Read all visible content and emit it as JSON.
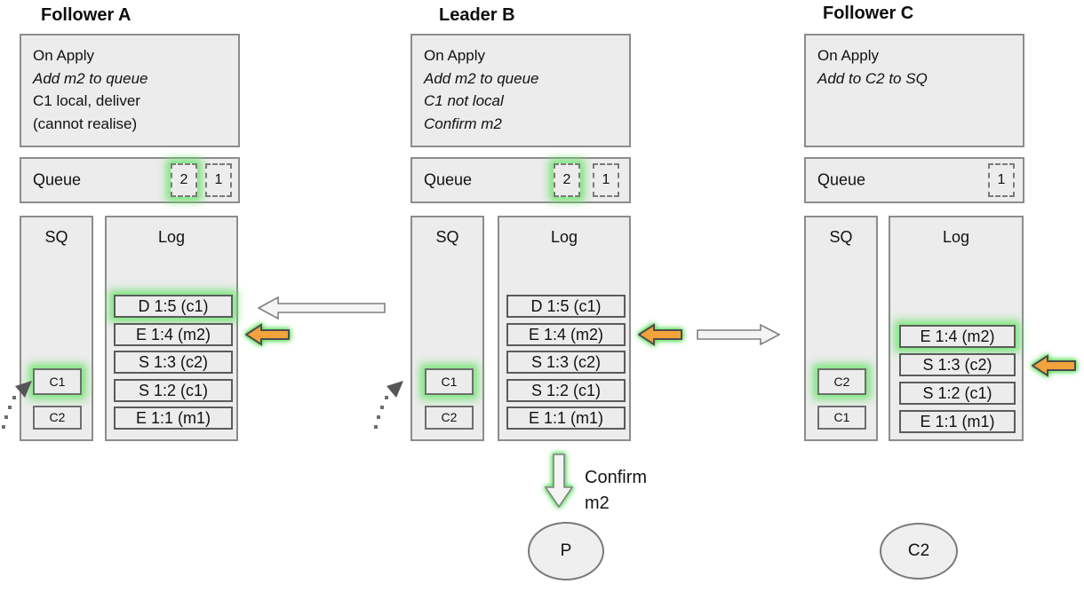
{
  "nodes": [
    {
      "title": "Follower A",
      "on_apply": {
        "lines": [
          "On Apply",
          "Add m2 to queue",
          "C1 local, deliver",
          "(cannot realise)"
        ]
      },
      "queue": {
        "label": "Queue",
        "items": [
          {
            "value": "2",
            "highlight": true
          },
          {
            "value": "1",
            "highlight": false
          }
        ]
      },
      "sq": {
        "label": "SQ",
        "items": [
          {
            "value": "C1",
            "highlight": true
          },
          {
            "value": "C2",
            "highlight": false
          }
        ]
      },
      "log": {
        "label": "Log",
        "entries": [
          {
            "text": "D 1:5 (c1)",
            "highlight": true
          },
          {
            "text": "E 1:4 (m2)",
            "highlight": false
          },
          {
            "text": "S 1:3 (c2)",
            "highlight": false
          },
          {
            "text": "S 1:2 (c1)",
            "highlight": false
          },
          {
            "text": "E 1:1 (m1)",
            "highlight": false
          }
        ]
      }
    },
    {
      "title": "Leader B",
      "on_apply": {
        "lines": [
          "On Apply",
          "Add m2 to queue",
          "C1 not local",
          "Confirm m2"
        ]
      },
      "queue": {
        "label": "Queue",
        "items": [
          {
            "value": "2",
            "highlight": true
          },
          {
            "value": "1",
            "highlight": false
          }
        ]
      },
      "sq": {
        "label": "SQ",
        "items": [
          {
            "value": "C1",
            "highlight": true
          },
          {
            "value": "C2",
            "highlight": false
          }
        ]
      },
      "log": {
        "label": "Log",
        "entries": [
          {
            "text": "D 1:5 (c1)",
            "highlight": false
          },
          {
            "text": "E 1:4 (m2)",
            "highlight": false
          },
          {
            "text": "S 1:3 (c2)",
            "highlight": false
          },
          {
            "text": "S 1:2 (c1)",
            "highlight": false
          },
          {
            "text": "E 1:1 (m1)",
            "highlight": false
          }
        ]
      }
    },
    {
      "title": "Follower C",
      "on_apply": {
        "lines": [
          "On Apply",
          "Add to C2 to SQ"
        ]
      },
      "queue": {
        "label": "Queue",
        "items": [
          {
            "value": "1",
            "highlight": false
          }
        ]
      },
      "sq": {
        "label": "SQ",
        "items": [
          {
            "value": "C2",
            "highlight": true
          },
          {
            "value": "C1",
            "highlight": false
          }
        ]
      },
      "log": {
        "label": "Log",
        "entries": [
          {
            "text": "E 1:4 (m2)",
            "highlight": true
          },
          {
            "text": "S 1:3 (c2)",
            "highlight": false
          },
          {
            "text": "S 1:2 (c1)",
            "highlight": false
          },
          {
            "text": "E 1:1 (m1)",
            "highlight": false
          }
        ]
      }
    }
  ],
  "annotations": {
    "confirm_line1": "Confirm",
    "confirm_line2": "m2"
  },
  "actors": [
    {
      "label": "P"
    },
    {
      "label": "C2"
    }
  ],
  "colors": {
    "panel_fill": "#ececec",
    "panel_border": "#8c8c8c",
    "highlight_glow": "#5ee05e",
    "arrow_orange": "#F2A33C",
    "arrow_white": "#f4f4f4"
  }
}
